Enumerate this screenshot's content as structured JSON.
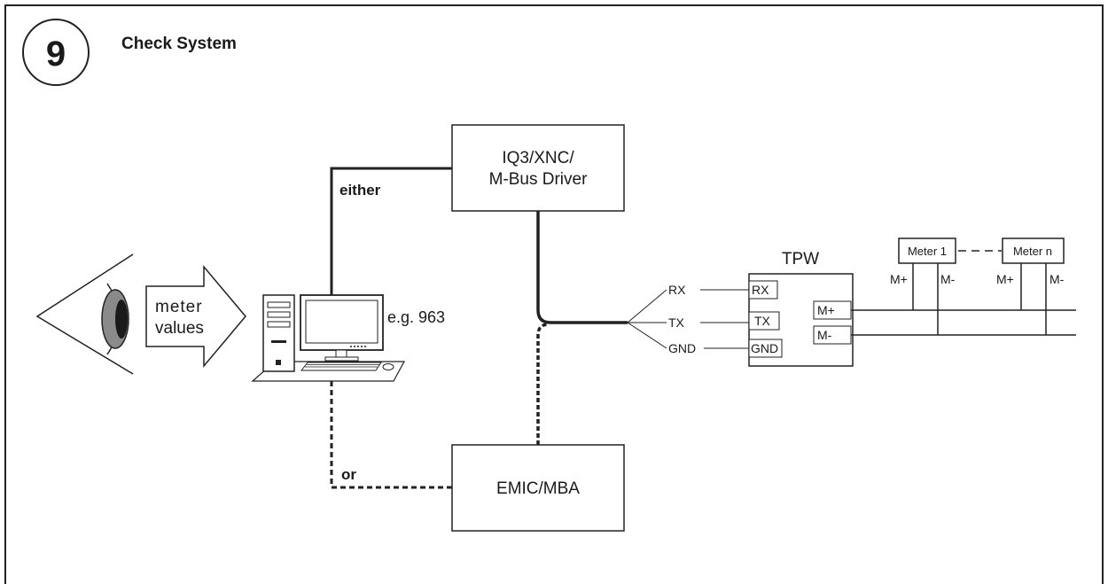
{
  "step": {
    "number": "9",
    "title": "Check System"
  },
  "eye_arrow": {
    "line1": "meter",
    "line2": "values"
  },
  "computer": {
    "caption": "e.g. 963"
  },
  "links": {
    "either_label": "either",
    "or_label": "or"
  },
  "driver_box": {
    "line1": "IQ3/XNC/",
    "line2": "M-Bus Driver"
  },
  "emic_box": {
    "label": "EMIC/MBA"
  },
  "wires": {
    "rx": "RX",
    "tx": "TX",
    "gnd": "GND"
  },
  "tpw": {
    "title": "TPW",
    "port_rx": "RX",
    "port_tx": "TX",
    "port_gnd": "GND",
    "port_mplus": "M+",
    "port_mminus": "M-"
  },
  "meters": {
    "meter1": "Meter 1",
    "metern": "Meter n",
    "m1_plus": "M+",
    "m1_minus": "M-",
    "mn_plus": "M+",
    "mn_minus": "M-"
  }
}
